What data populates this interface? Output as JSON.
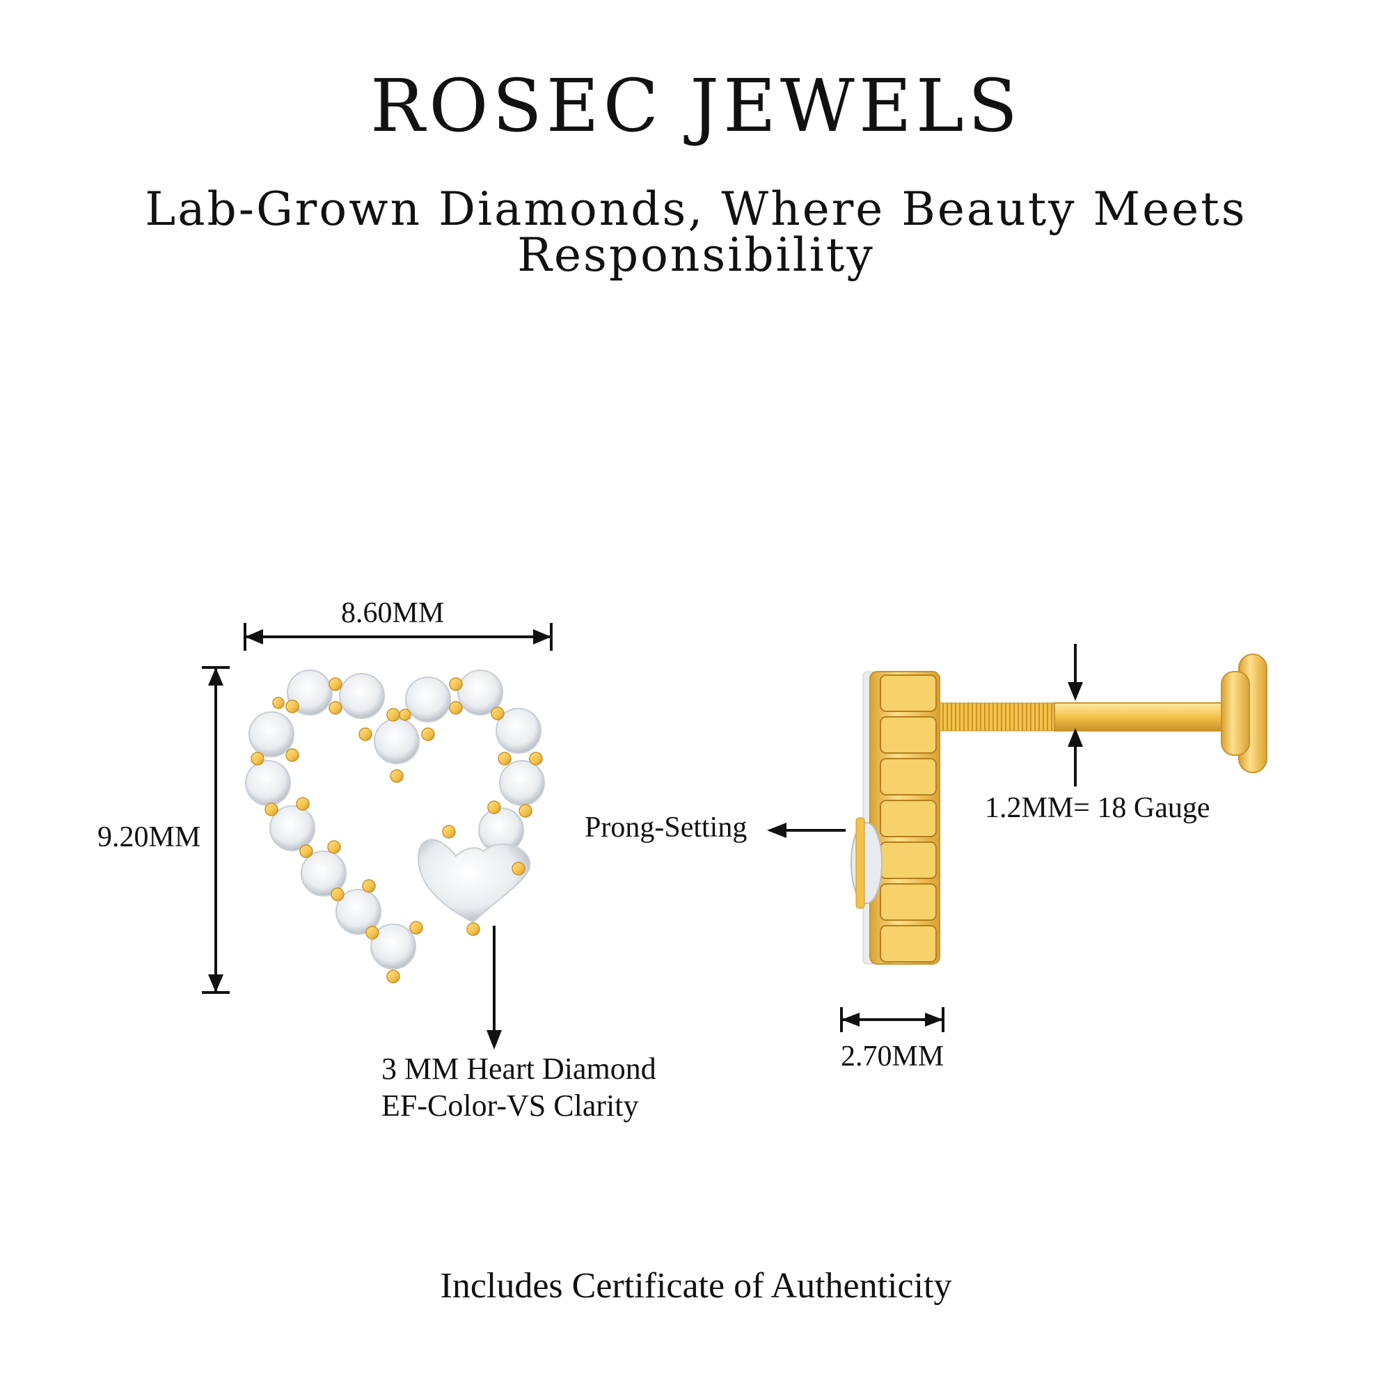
{
  "brand": {
    "name": "ROSEC JEWELS",
    "tagline": "Lab-Grown Diamonds, Where Beauty Meets Responsibility"
  },
  "dimensions": {
    "width": "8.60MM",
    "height": "9.20MM",
    "depth": "2.70MM",
    "post": "1.2MM= 18 Gauge"
  },
  "callouts": {
    "center_stone_line1": "3 MM Heart Diamond",
    "center_stone_line2": "EF-Color-VS Clarity",
    "setting": "Prong-Setting"
  },
  "footer": {
    "text": "Includes Certificate of Authenticity"
  },
  "colors": {
    "gold": "#F3C24A",
    "gold_dark": "#C9922A",
    "diamond": "#E9ECEF"
  }
}
